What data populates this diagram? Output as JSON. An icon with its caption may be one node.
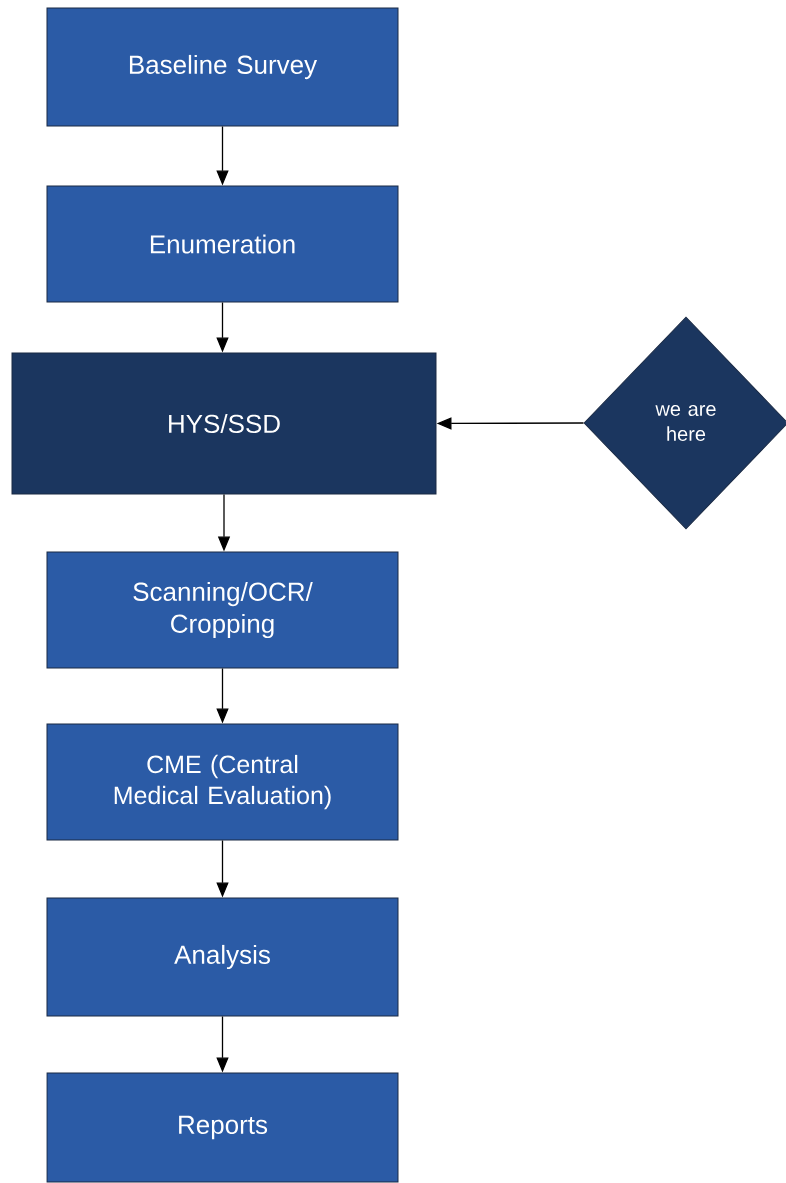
{
  "diagram": {
    "nodes": [
      {
        "text": [
          "Baseline Survey"
        ]
      },
      {
        "text": [
          "Enumeration"
        ]
      },
      {
        "text": [
          "HYS/SSD"
        ]
      },
      {
        "text": [
          "Scanning/OCR/ Cropping"
        ]
      },
      {
        "text": [
          "CME (Central Medical Evaluation)"
        ]
      },
      {
        "text": [
          "Analysis"
        ]
      },
      {
        "text": [
          "Reports"
        ]
      },
      {
        "text": [
          "we are here"
        ]
      }
    ],
    "edges": [
      {
        "from": 0,
        "to": 1,
        "arrow": "to"
      },
      {
        "from": 1,
        "to": 2,
        "arrow": "to"
      },
      {
        "from": 2,
        "to": 3,
        "arrow": "to"
      },
      {
        "from": 3,
        "to": 4,
        "arrow": "to"
      },
      {
        "from": 4,
        "to": 5,
        "arrow": "to"
      },
      {
        "from": 5,
        "to": 6,
        "arrow": "to"
      },
      {
        "from": 7,
        "to": 2,
        "arrow": "to"
      }
    ]
  }
}
